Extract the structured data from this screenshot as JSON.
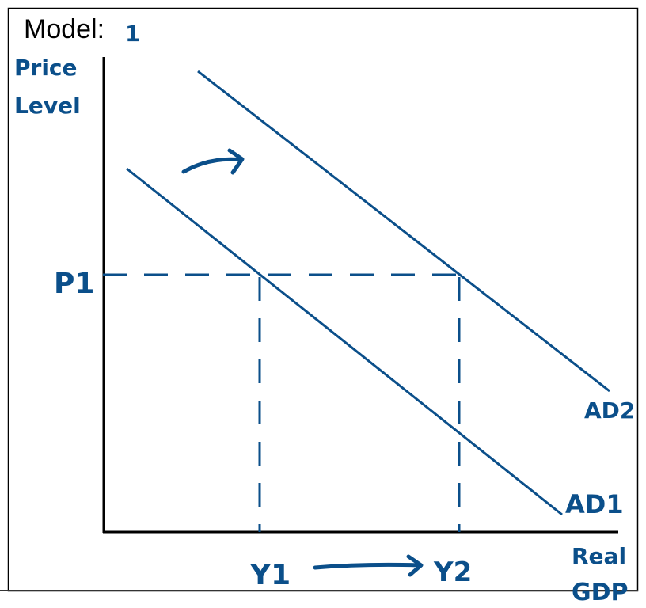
{
  "title": {
    "label": "Model:",
    "number": "1"
  },
  "axes": {
    "y_label_line1": "Price",
    "y_label_line2": "Level",
    "x_label_line1": "Real",
    "x_label_line2": "GDP"
  },
  "markers": {
    "price": "P1",
    "output_1": "Y1",
    "output_2": "Y2"
  },
  "curves": {
    "ad1": "AD1",
    "ad2": "AD2"
  },
  "colors": {
    "ink": "#0b4f8a",
    "axis": "#000000"
  },
  "annotations": {
    "shift_arrow": "right",
    "output_arrow": "right"
  }
}
